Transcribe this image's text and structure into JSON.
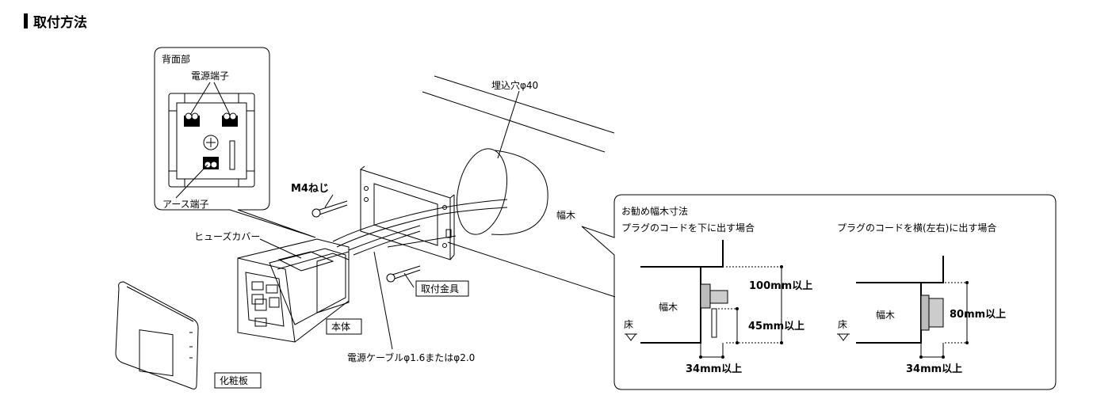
{
  "page": {
    "title": "取付方法"
  },
  "back_inset": {
    "title": "背面部",
    "power_terminal": "電源端子",
    "earth_terminal": "アース端子"
  },
  "parts": {
    "embed_hole": "埋込穴φ40",
    "screw": "M4ねじ",
    "baseboard": "幅木",
    "fuse_cover": "ヒューズカバー",
    "bracket": "取付金具",
    "body": "本体",
    "cable": "電源ケーブルφ1.6またはφ2.0",
    "cover_plate": "化粧板"
  },
  "recommend": {
    "title": "お勧め幅木寸法",
    "left": {
      "caption": "プラグのコードを下に出す場合",
      "baseboard": "幅木",
      "floor": "床",
      "dim_height": "100mm以上",
      "dim_plug": "45mm以上",
      "dim_depth": "34mm以上"
    },
    "right": {
      "caption": "プラグのコードを横(左右)に出す場合",
      "baseboard": "幅木",
      "floor": "床",
      "dim_height": "80mm以上",
      "dim_depth": "34mm以上"
    }
  }
}
